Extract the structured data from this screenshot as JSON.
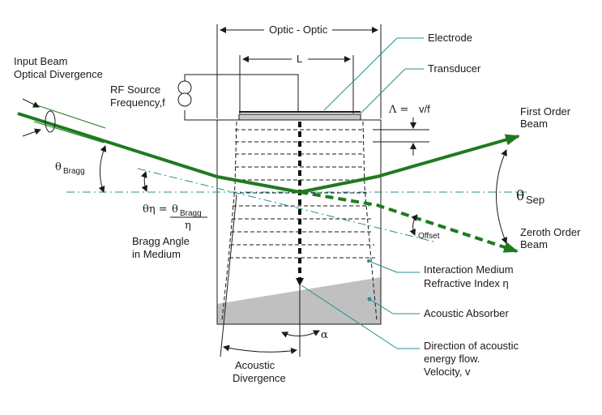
{
  "labels": {
    "optic_optic": "Optic - Optic",
    "length": "L",
    "electrode": "Electrode",
    "transducer": "Transducer",
    "input_beam_1": "Input Beam",
    "input_beam_2": "Optical Divergence",
    "rf_source_1": "RF Source",
    "rf_source_2": "Frequency,f",
    "lambda_sym": "Λ =",
    "lambda_val": "v/f",
    "first_order_1": "First Order",
    "first_order_2": "Beam",
    "theta_bragg_main": "θ",
    "theta_bragg_sub": "Bragg",
    "theta_eta_lhs": "θη =",
    "theta_eta_num": "θ",
    "theta_eta_num_sub": "Bragg",
    "theta_eta_den": "η",
    "bragg_medium_1": "Bragg Angle",
    "bragg_medium_2": "in Medium",
    "theta_sep_main": "θ",
    "theta_sep_sub": "Sep",
    "zeroth_order_1": "Zeroth Order",
    "zeroth_order_2": "Beam",
    "offset": "Offset",
    "interaction_1": "Interaction Medium",
    "interaction_2": "Refractive Index η",
    "absorber": "Acoustic Absorber",
    "alpha": "α",
    "direction_1": "Direction of acoustic",
    "direction_2": "energy flow.",
    "direction_3": "Velocity, v",
    "acoustic_div_1": "Acoustic",
    "acoustic_div_2": "Divergence"
  },
  "colors": {
    "beam": "#1f7a1f",
    "leader": "#2a8c8c",
    "absorber": "#c0c0c0",
    "line": "#1a1a1a"
  }
}
